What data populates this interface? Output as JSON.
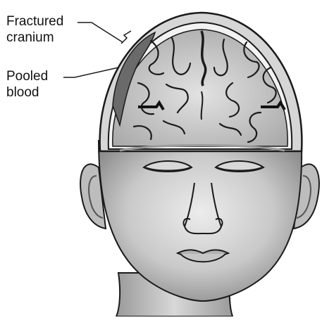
{
  "labels": {
    "fractured_cranium": {
      "line1": "Fractured",
      "line2": "cranium"
    },
    "pooled_blood": {
      "line1": "Pooled",
      "line2": "blood"
    }
  },
  "colors": {
    "skin_light": "#e4e4e4",
    "skin_mid": "#bdbdbd",
    "skin_dark": "#8e8e8e",
    "brain": "#cfcfcf",
    "sulcus": "#2a2a2a",
    "blood": "#6a6a6a",
    "outline": "#1a1a1a"
  }
}
